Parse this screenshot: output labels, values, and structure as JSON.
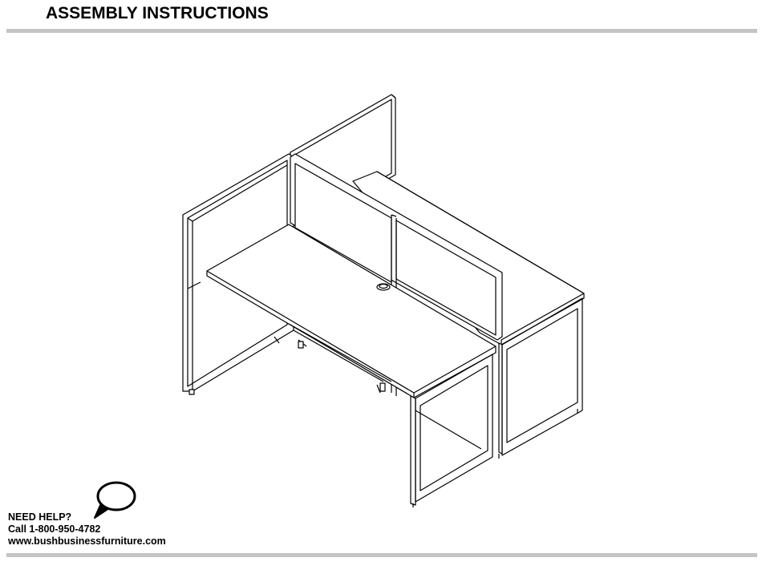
{
  "header": {
    "title": "ASSEMBLY INSTRUCTIONS"
  },
  "help": {
    "line1": "NEED HELP?",
    "line2": "Call 1-800-950-4782",
    "line3": "www.bushbusinessfurniture.com"
  },
  "icons": {
    "help_bubble": "speech-bubble-icon"
  },
  "colors": {
    "rule": "#c4c4c4",
    "line": "#000000",
    "panel": "#ffffff"
  }
}
